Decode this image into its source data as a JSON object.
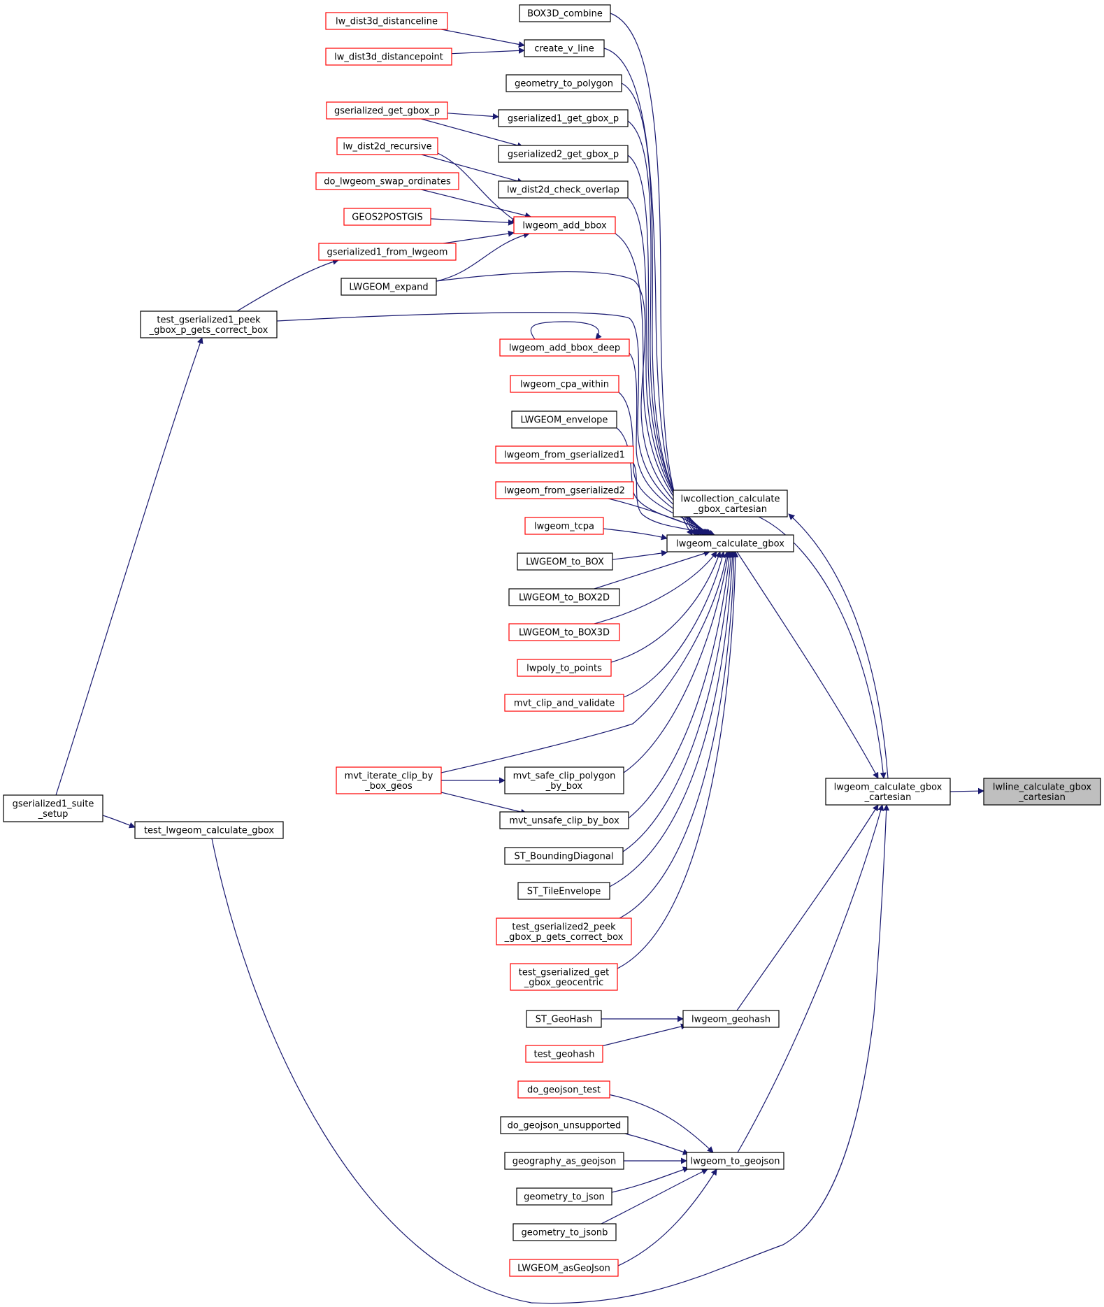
{
  "colors": {
    "edge": "#191970",
    "border_normal": "#000000",
    "border_truncated": "#ff0000",
    "focus_fill": "#bfbfbf",
    "node_fill": "#ffffff"
  },
  "nodes": [
    {
      "id": "box3d_combine",
      "lines": [
        "BOX3D_combine"
      ],
      "style": "normal"
    },
    {
      "id": "lw_dist3d_distanceline",
      "lines": [
        "lw_dist3d_distanceline"
      ],
      "style": "truncated"
    },
    {
      "id": "create_v_line",
      "lines": [
        "create_v_line"
      ],
      "style": "normal"
    },
    {
      "id": "lw_dist3d_distancepoint",
      "lines": [
        "lw_dist3d_distancepoint"
      ],
      "style": "truncated"
    },
    {
      "id": "geometry_to_polygon",
      "lines": [
        "geometry_to_polygon"
      ],
      "style": "normal"
    },
    {
      "id": "gserialized_get_gbox_p",
      "lines": [
        "gserialized_get_gbox_p"
      ],
      "style": "truncated"
    },
    {
      "id": "gserialized1_get_gbox_p",
      "lines": [
        "gserialized1_get_gbox_p"
      ],
      "style": "normal"
    },
    {
      "id": "lw_dist2d_recursive",
      "lines": [
        "lw_dist2d_recursive"
      ],
      "style": "truncated"
    },
    {
      "id": "gserialized2_get_gbox_p",
      "lines": [
        "gserialized2_get_gbox_p"
      ],
      "style": "normal"
    },
    {
      "id": "do_lwgeom_swap_ordinates",
      "lines": [
        "do_lwgeom_swap_ordinates"
      ],
      "style": "truncated"
    },
    {
      "id": "lw_dist2d_check_overlap",
      "lines": [
        "lw_dist2d_check_overlap"
      ],
      "style": "normal"
    },
    {
      "id": "geos2postgis",
      "lines": [
        "GEOS2POSTGIS"
      ],
      "style": "truncated"
    },
    {
      "id": "lwgeom_add_bbox",
      "lines": [
        "lwgeom_add_bbox"
      ],
      "style": "truncated"
    },
    {
      "id": "gserialized1_from_lwgeom",
      "lines": [
        "gserialized1_from_lwgeom"
      ],
      "style": "truncated"
    },
    {
      "id": "lwgeom_expand",
      "lines": [
        "LWGEOM_expand"
      ],
      "style": "normal"
    },
    {
      "id": "test_gserialized1_peek",
      "lines": [
        "test_gserialized1_peek",
        "_gbox_p_gets_correct_box"
      ],
      "style": "normal"
    },
    {
      "id": "lwgeom_add_bbox_deep",
      "lines": [
        "lwgeom_add_bbox_deep"
      ],
      "style": "truncated"
    },
    {
      "id": "lwgeom_cpa_within",
      "lines": [
        "lwgeom_cpa_within"
      ],
      "style": "truncated"
    },
    {
      "id": "lwgeom_envelope",
      "lines": [
        "LWGEOM_envelope"
      ],
      "style": "normal"
    },
    {
      "id": "lwgeom_from_gserialized1",
      "lines": [
        "lwgeom_from_gserialized1"
      ],
      "style": "truncated"
    },
    {
      "id": "lwcollection_calculate_gbox_cartesian",
      "lines": [
        "lwcollection_calculate",
        "_gbox_cartesian"
      ],
      "style": "normal"
    },
    {
      "id": "lwgeom_from_gserialized2",
      "lines": [
        "lwgeom_from_gserialized2"
      ],
      "style": "truncated"
    },
    {
      "id": "lwgeom_tcpa",
      "lines": [
        "lwgeom_tcpa"
      ],
      "style": "truncated"
    },
    {
      "id": "lwgeom_calculate_gbox",
      "lines": [
        "lwgeom_calculate_gbox"
      ],
      "style": "normal"
    },
    {
      "id": "lwgeom_to_box",
      "lines": [
        "LWGEOM_to_BOX"
      ],
      "style": "normal"
    },
    {
      "id": "lwgeom_to_box2d",
      "lines": [
        "LWGEOM_to_BOX2D"
      ],
      "style": "normal"
    },
    {
      "id": "lwgeom_to_box3d",
      "lines": [
        "LWGEOM_to_BOX3D"
      ],
      "style": "truncated"
    },
    {
      "id": "lwpoly_to_points",
      "lines": [
        "lwpoly_to_points"
      ],
      "style": "truncated"
    },
    {
      "id": "mvt_clip_and_validate",
      "lines": [
        "mvt_clip_and_validate"
      ],
      "style": "truncated"
    },
    {
      "id": "mvt_iterate_clip_by_box_geos",
      "lines": [
        "mvt_iterate_clip_by",
        "_box_geos"
      ],
      "style": "truncated"
    },
    {
      "id": "mvt_safe_clip_polygon_by_box",
      "lines": [
        "mvt_safe_clip_polygon",
        "_by_box"
      ],
      "style": "normal"
    },
    {
      "id": "lwgeom_calculate_gbox_cartesian",
      "lines": [
        "lwgeom_calculate_gbox",
        "_cartesian"
      ],
      "style": "normal"
    },
    {
      "id": "lwline_calculate_gbox_cartesian",
      "lines": [
        "lwline_calculate_gbox",
        "_cartesian"
      ],
      "style": "focus"
    },
    {
      "id": "gserialized1_suite_setup",
      "lines": [
        "gserialized1_suite",
        "_setup"
      ],
      "style": "normal"
    },
    {
      "id": "mvt_unsafe_clip_by_box",
      "lines": [
        "mvt_unsafe_clip_by_box"
      ],
      "style": "normal"
    },
    {
      "id": "test_lwgeom_calculate_gbox",
      "lines": [
        "test_lwgeom_calculate_gbox"
      ],
      "style": "normal"
    },
    {
      "id": "st_boundingdiagonal",
      "lines": [
        "ST_BoundingDiagonal"
      ],
      "style": "normal"
    },
    {
      "id": "st_tileenvelope",
      "lines": [
        "ST_TileEnvelope"
      ],
      "style": "normal"
    },
    {
      "id": "test_gserialized2_peek",
      "lines": [
        "test_gserialized2_peek",
        "_gbox_p_gets_correct_box"
      ],
      "style": "truncated"
    },
    {
      "id": "test_gserialized_get_gbox_geocentric",
      "lines": [
        "test_gserialized_get",
        "_gbox_geocentric"
      ],
      "style": "truncated"
    },
    {
      "id": "st_geohash",
      "lines": [
        "ST_GeoHash"
      ],
      "style": "normal"
    },
    {
      "id": "lwgeom_geohash",
      "lines": [
        "lwgeom_geohash"
      ],
      "style": "normal"
    },
    {
      "id": "test_geohash",
      "lines": [
        "test_geohash"
      ],
      "style": "truncated"
    },
    {
      "id": "do_geojson_test",
      "lines": [
        "do_geojson_test"
      ],
      "style": "truncated"
    },
    {
      "id": "do_geojson_unsupported",
      "lines": [
        "do_geojson_unsupported"
      ],
      "style": "normal"
    },
    {
      "id": "geography_as_geojson",
      "lines": [
        "geography_as_geojson"
      ],
      "style": "normal"
    },
    {
      "id": "lwgeom_to_geojson",
      "lines": [
        "lwgeom_to_geojson"
      ],
      "style": "normal"
    },
    {
      "id": "geometry_to_json",
      "lines": [
        "geometry_to_json"
      ],
      "style": "normal"
    },
    {
      "id": "geometry_to_jsonb",
      "lines": [
        "geometry_to_jsonb"
      ],
      "style": "normal"
    },
    {
      "id": "lwgeom_asgeojson",
      "lines": [
        "LWGEOM_asGeoJson"
      ],
      "style": "truncated"
    }
  ],
  "edges": [
    {
      "from": "lw_dist3d_distanceline",
      "to": "create_v_line"
    },
    {
      "from": "lw_dist3d_distancepoint",
      "to": "create_v_line"
    },
    {
      "from": "gserialized_get_gbox_p",
      "to": "gserialized1_get_gbox_p"
    },
    {
      "from": "gserialized_get_gbox_p",
      "to": "gserialized2_get_gbox_p"
    },
    {
      "from": "lw_dist2d_recursive",
      "to": "lw_dist2d_check_overlap"
    },
    {
      "from": "lw_dist2d_recursive",
      "to": "lwgeom_add_bbox"
    },
    {
      "from": "do_lwgeom_swap_ordinates",
      "to": "lwgeom_add_bbox"
    },
    {
      "from": "geos2postgis",
      "to": "lwgeom_add_bbox"
    },
    {
      "from": "gserialized1_from_lwgeom",
      "to": "lwgeom_add_bbox"
    },
    {
      "from": "lwgeom_expand",
      "to": "lwgeom_add_bbox"
    },
    {
      "from": "test_gserialized1_peek",
      "to": "gserialized1_from_lwgeom"
    },
    {
      "from": "gserialized1_suite_setup",
      "to": "test_gserialized1_peek"
    },
    {
      "from": "gserialized1_suite_setup",
      "to": "test_lwgeom_calculate_gbox"
    },
    {
      "from": "lwgeom_add_bbox_deep",
      "to": "lwgeom_add_bbox_deep"
    },
    {
      "from": "mvt_iterate_clip_by_box_geos",
      "to": "mvt_safe_clip_polygon_by_box"
    },
    {
      "from": "mvt_iterate_clip_by_box_geos",
      "to": "mvt_unsafe_clip_by_box"
    },
    {
      "from": "box3d_combine",
      "to": "lwgeom_calculate_gbox"
    },
    {
      "from": "create_v_line",
      "to": "lwgeom_calculate_gbox"
    },
    {
      "from": "geometry_to_polygon",
      "to": "lwgeom_calculate_gbox"
    },
    {
      "from": "gserialized1_get_gbox_p",
      "to": "lwgeom_calculate_gbox"
    },
    {
      "from": "gserialized2_get_gbox_p",
      "to": "lwgeom_calculate_gbox"
    },
    {
      "from": "lw_dist2d_check_overlap",
      "to": "lwgeom_calculate_gbox"
    },
    {
      "from": "lwgeom_add_bbox",
      "to": "lwgeom_calculate_gbox"
    },
    {
      "from": "lwgeom_expand",
      "to": "lwgeom_calculate_gbox"
    },
    {
      "from": "test_gserialized1_peek",
      "to": "lwgeom_calculate_gbox"
    },
    {
      "from": "lwgeom_add_bbox_deep",
      "to": "lwgeom_calculate_gbox"
    },
    {
      "from": "lwgeom_cpa_within",
      "to": "lwgeom_calculate_gbox"
    },
    {
      "from": "lwgeom_envelope",
      "to": "lwgeom_calculate_gbox"
    },
    {
      "from": "lwgeom_from_gserialized1",
      "to": "lwgeom_calculate_gbox"
    },
    {
      "from": "lwgeom_from_gserialized2",
      "to": "lwgeom_calculate_gbox"
    },
    {
      "from": "lwgeom_tcpa",
      "to": "lwgeom_calculate_gbox"
    },
    {
      "from": "lwgeom_to_box",
      "to": "lwgeom_calculate_gbox"
    },
    {
      "from": "lwgeom_to_box2d",
      "to": "lwgeom_calculate_gbox"
    },
    {
      "from": "lwgeom_to_box3d",
      "to": "lwgeom_calculate_gbox"
    },
    {
      "from": "lwpoly_to_points",
      "to": "lwgeom_calculate_gbox"
    },
    {
      "from": "mvt_clip_and_validate",
      "to": "lwgeom_calculate_gbox"
    },
    {
      "from": "mvt_iterate_clip_by_box_geos",
      "to": "lwgeom_calculate_gbox"
    },
    {
      "from": "mvt_safe_clip_polygon_by_box",
      "to": "lwgeom_calculate_gbox"
    },
    {
      "from": "mvt_unsafe_clip_by_box",
      "to": "lwgeom_calculate_gbox"
    },
    {
      "from": "st_boundingdiagonal",
      "to": "lwgeom_calculate_gbox"
    },
    {
      "from": "st_tileenvelope",
      "to": "lwgeom_calculate_gbox"
    },
    {
      "from": "test_gserialized2_peek",
      "to": "lwgeom_calculate_gbox"
    },
    {
      "from": "test_gserialized_get_gbox_geocentric",
      "to": "lwgeom_calculate_gbox"
    },
    {
      "from": "lwgeom_calculate_gbox",
      "to": "lwgeom_calculate_gbox_cartesian"
    },
    {
      "from": "lwcollection_calculate_gbox_cartesian",
      "to": "lwgeom_calculate_gbox_cartesian"
    },
    {
      "from": "lwgeom_calculate_gbox_cartesian",
      "to": "lwcollection_calculate_gbox_cartesian"
    },
    {
      "from": "lwgeom_calculate_gbox_cartesian",
      "to": "lwline_calculate_gbox_cartesian"
    },
    {
      "from": "st_geohash",
      "to": "lwgeom_geohash"
    },
    {
      "from": "test_geohash",
      "to": "lwgeom_geohash"
    },
    {
      "from": "lwgeom_geohash",
      "to": "lwgeom_calculate_gbox_cartesian"
    },
    {
      "from": "do_geojson_test",
      "to": "lwgeom_to_geojson"
    },
    {
      "from": "do_geojson_unsupported",
      "to": "lwgeom_to_geojson"
    },
    {
      "from": "geography_as_geojson",
      "to": "lwgeom_to_geojson"
    },
    {
      "from": "geometry_to_json",
      "to": "lwgeom_to_geojson"
    },
    {
      "from": "geometry_to_jsonb",
      "to": "lwgeom_to_geojson"
    },
    {
      "from": "lwgeom_asgeojson",
      "to": "lwgeom_to_geojson"
    },
    {
      "from": "lwgeom_to_geojson",
      "to": "lwgeom_calculate_gbox_cartesian"
    },
    {
      "from": "test_lwgeom_calculate_gbox",
      "to": "lwgeom_calculate_gbox_cartesian"
    }
  ]
}
